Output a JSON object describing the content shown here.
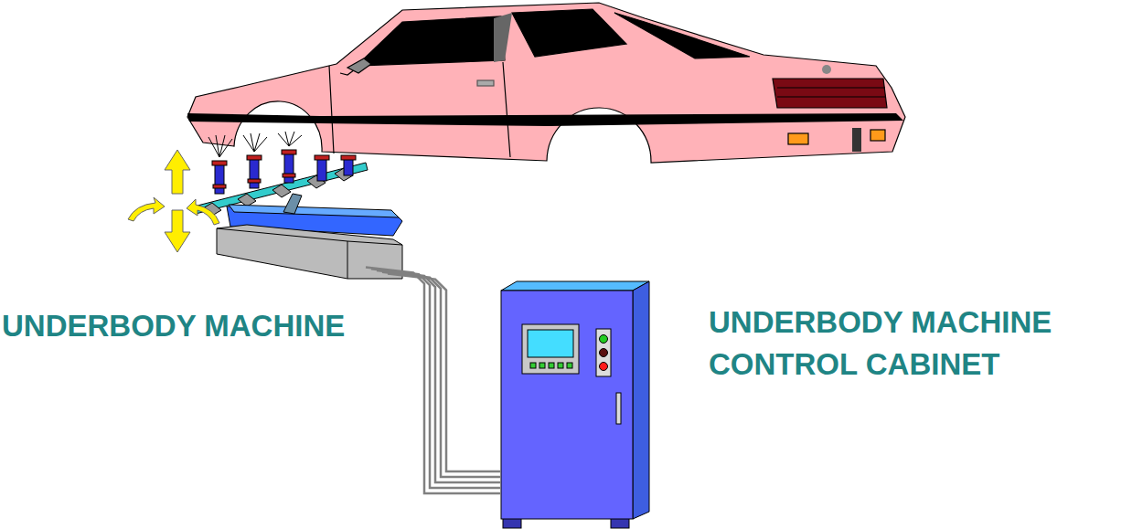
{
  "diagram": {
    "nodes": [
      {
        "text": [
          "UNDERBODY MACHINE"
        ]
      },
      {
        "text": [
          "UNDERBODY MACHINE CONTROL CABINET"
        ]
      }
    ],
    "edges": [
      {
        "from": 0,
        "to": 1,
        "arrow": "none"
      }
    ]
  }
}
